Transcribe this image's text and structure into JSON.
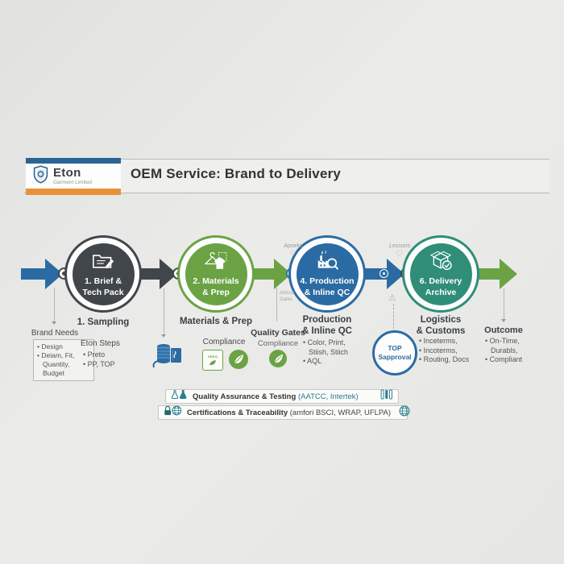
{
  "header": {
    "logo_name": "Eton",
    "logo_subtitle": "Garment Limited",
    "title": "OEM Service: Brand to Delivery"
  },
  "flow": {
    "steps": [
      {
        "line1": "1. Brief &",
        "line2": "Tech Pack",
        "icon": "folder-pencil-icon",
        "color": "#41464a"
      },
      {
        "line1": "2. Materials",
        "line2": "& Prep",
        "icon": "hanger-shirt-icon",
        "color": "#6ba344"
      },
      {
        "line1": "4. Production",
        "line2": "& Inline QC",
        "icon": "factory-magnifier-icon",
        "color": "#2b6ba3"
      },
      {
        "line1": "6. Delivery",
        "line2": "Archive",
        "icon": "box-check-icon",
        "color": "#2f8d78"
      }
    ]
  },
  "annotations": {
    "approvals_label": "Apoeks",
    "lessons_label": "Lessons",
    "almost_gates_line1": "Almost",
    "almost_gates_line2": "Gates",
    "heart_glyph": "♡",
    "warning_glyph": "⚠"
  },
  "columns": {
    "sampling": {
      "title": "1. Sampling",
      "needs_title": "Brand Needs",
      "needs_items": [
        "• Design",
        "• Deiam, Fit,",
        "Quantity,",
        "Budget"
      ],
      "steps_title": "Eton Steps",
      "steps_items": [
        "• Preto",
        "• PP, TOP"
      ]
    },
    "materials": {
      "title": "Materials & Prep",
      "compliance_label": "Compliance",
      "stamp_label": "OEKO"
    },
    "quality_gates": {
      "title": "Quality Gates",
      "compliance_label": "Compliance"
    },
    "production": {
      "title_line1": "Production",
      "title_line2": "& Inline QC",
      "items": [
        "• Color, Print,",
        "Stiish, Stiich",
        "• AQL"
      ]
    },
    "top_approval": {
      "line1": "TOP",
      "line2": "Sapproval"
    },
    "logistics": {
      "title_line1": "Logistics",
      "title_line2": "& Customs",
      "items": [
        "• Inceterms,",
        "• Incoterms,",
        "• Routing, Docs"
      ]
    },
    "outcome": {
      "title": "Outcome",
      "items": [
        "• On-Time,",
        "Durabls,",
        "• Compliant"
      ]
    }
  },
  "banners": {
    "qa_title": "Quality Assurance & Testing",
    "qa_detail": "(AATCC, Intertek)",
    "cert_title": "Certifications & Traceability",
    "cert_detail": "(amfori BSCI, WRAP, UFLPA)"
  },
  "colors": {
    "step_dark": "#41464a",
    "step_green": "#6ba344",
    "step_blue": "#2b6ba3",
    "step_teal": "#2f8d78",
    "banner_teal": "#2a7f8f",
    "logo_blue": "#2a6496",
    "logo_orange": "#e8913a"
  }
}
